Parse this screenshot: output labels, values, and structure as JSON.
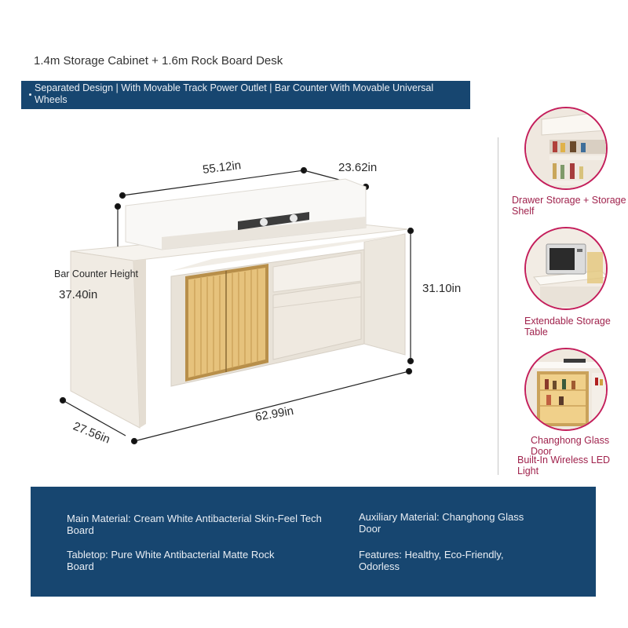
{
  "title": "1.4m Storage Cabinet + 1.6m Rock Board Desk",
  "banner": "Separated Design | With Movable Track Power Outlet | Bar Counter With Movable Universal Wheels",
  "dimensions": {
    "top_length": "55.12in",
    "top_depth": "23.62in",
    "bar_counter_label": "Bar Counter Height",
    "bar_counter_height": "37.40in",
    "desk_height": "31.10in",
    "total_length": "62.99in",
    "total_depth": "27.56in"
  },
  "features": [
    {
      "caption": "Drawer Storage + Storage Shelf"
    },
    {
      "caption": "Extendable Storage Table"
    },
    {
      "caption": "Changhong Glass Door",
      "caption2": "Built-In Wireless LED Light"
    }
  ],
  "specs": {
    "main_material": "Main Material: Cream White Antibacterial Skin-Feel Tech Board",
    "auxiliary_material": "Auxiliary Material: Changhong Glass Door",
    "tabletop": "Tabletop: Pure White Antibacterial Matte Rock Board",
    "features": "Features: Healthy, Eco-Friendly, Odorless"
  },
  "colors": {
    "banner": "#174670",
    "accent": "#c41e5b",
    "caption": "#a0234d"
  }
}
